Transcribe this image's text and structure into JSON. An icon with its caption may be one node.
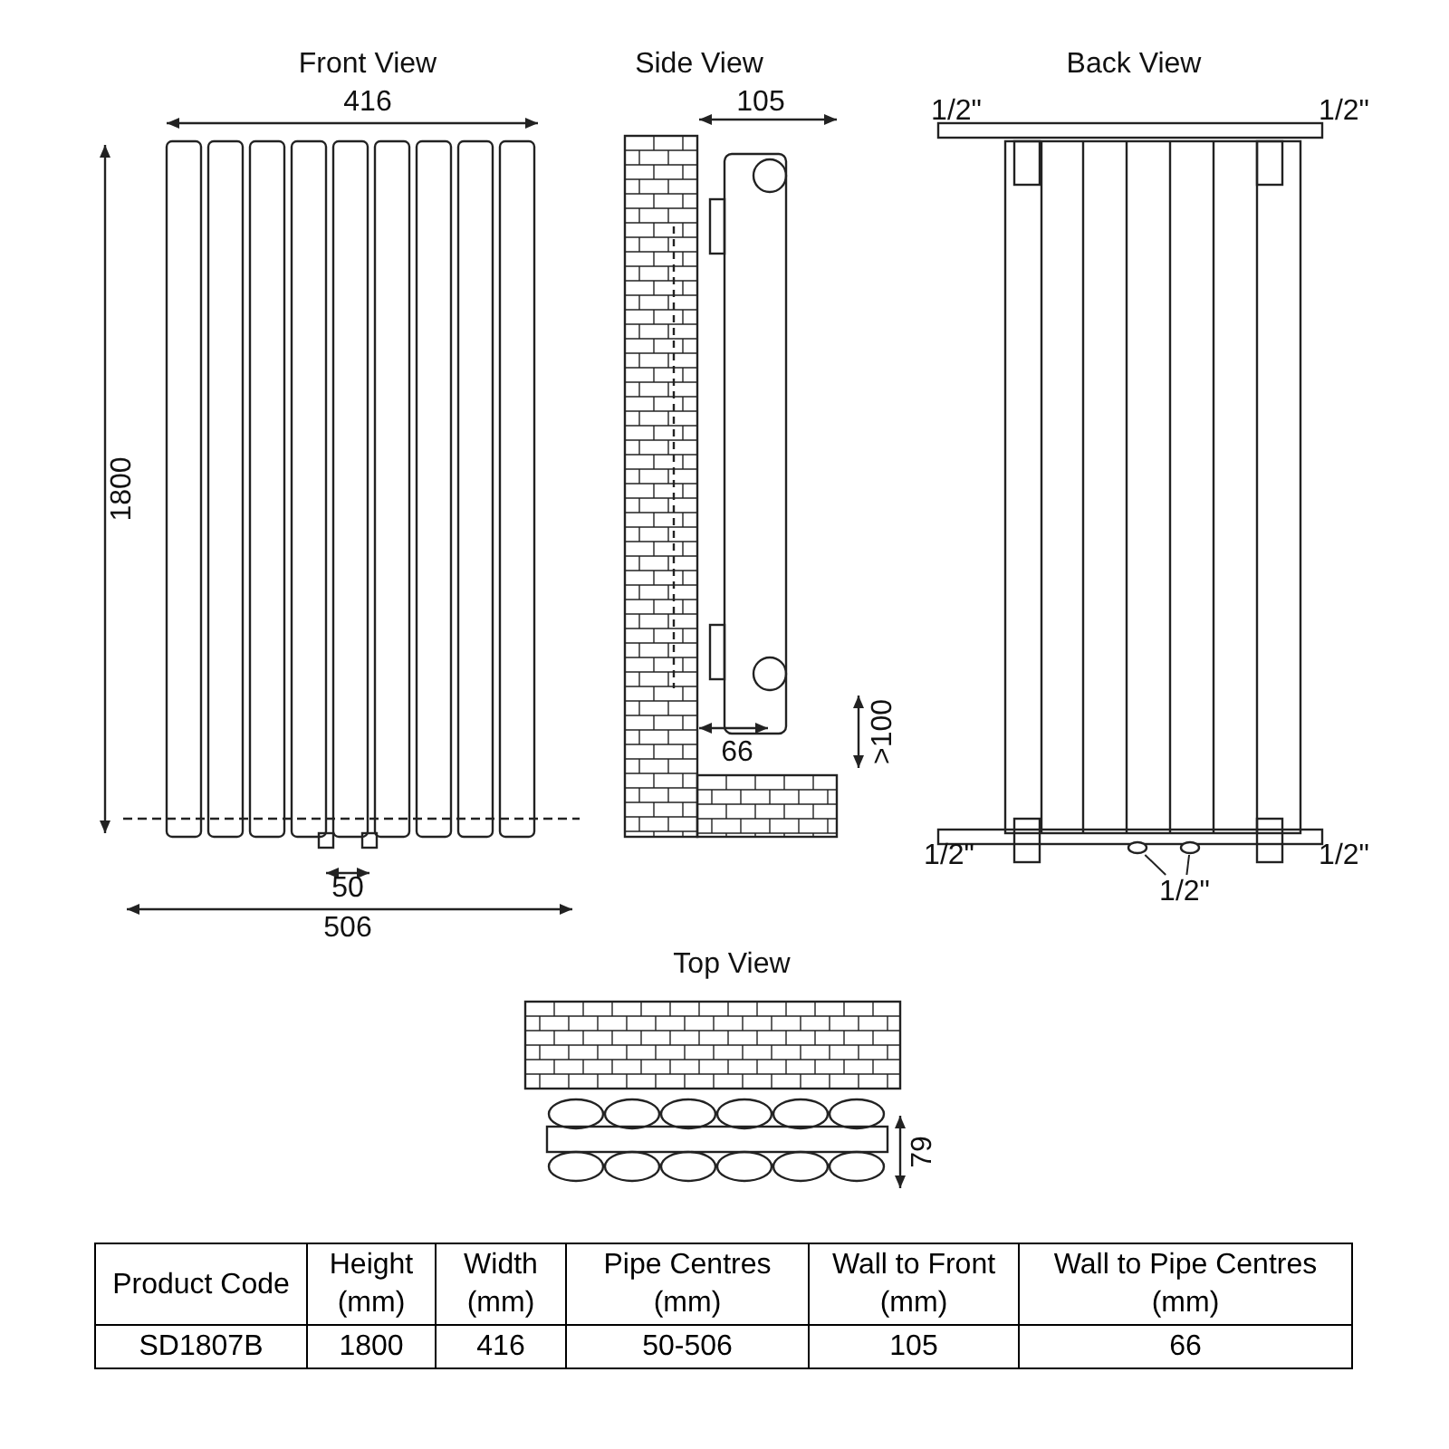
{
  "diagram": {
    "nodes": [
      {
        "text": [
          "1/2\""
        ]
      },
      {
        "text": [],
        "shape": "circle"
      },
      {
        "text": [],
        "shape": "circle"
      }
    ],
    "edges": [
      {
        "from": 0,
        "to": 1,
        "arrow": "none"
      },
      {
        "from": 0,
        "to": 2,
        "arrow": "none"
      }
    ],
    "labels": [
      "Front View",
      "Side View",
      "Back View",
      "416",
      "105",
      "1/2\"",
      "1/2\"",
      "1800",
      "66",
      ">100",
      "50",
      "1/2\"",
      "1/2\"",
      "506",
      "Top View",
      "79",
      "Product Code",
      "Height (mm)",
      "Width (mm)",
      "Pipe Centres (mm)",
      "Wall to Front (mm)",
      "Wall to Pipe Centres (mm)",
      "SD1807B",
      "1800",
      "416",
      "50-506",
      "105",
      "66"
    ]
  }
}
